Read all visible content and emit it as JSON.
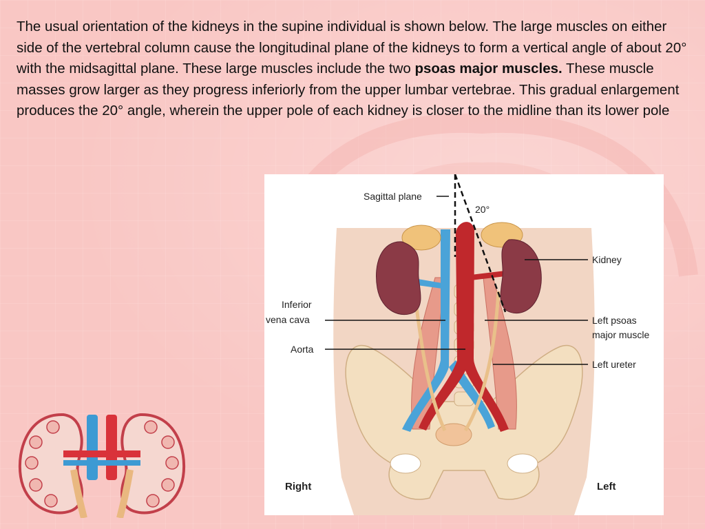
{
  "slide": {
    "paragraph": {
      "part1": "The usual orientation of the kidneys in the supine individual is shown below. The large muscles on either side of the vertebral column cause the longitudinal plane of the kidneys to form a vertical angle of about 20° with the midsagittal plane. These large muscles include the two ",
      "bold": "psoas major muscles.",
      "part2": " These muscle masses grow larger as they progress inferiorly from the upper lumbar vertebrae. This gradual enlargement produces the 20° angle, wherein the upper pole of each kidney is closer to the midline than its lower pole"
    }
  },
  "figure": {
    "labels": {
      "sagittal_plane": "Sagittal plane",
      "angle": "20°",
      "kidney": "Kidney",
      "ivc_line1": "Inferior",
      "ivc_line2": "vena cava",
      "psoas_line1": "Left psoas",
      "psoas_line2": "major muscle",
      "aorta": "Aorta",
      "left_ureter": "Left ureter",
      "right": "Right",
      "left": "Left"
    }
  },
  "colors": {
    "background": "#f9c7c4",
    "kidney": "#8b3a46",
    "aorta": "#c0282c",
    "vena_cava": "#4aa3d8",
    "adrenal": "#f0c27a",
    "muscle": "#e79a8a",
    "bone": "#f3dfc0"
  }
}
